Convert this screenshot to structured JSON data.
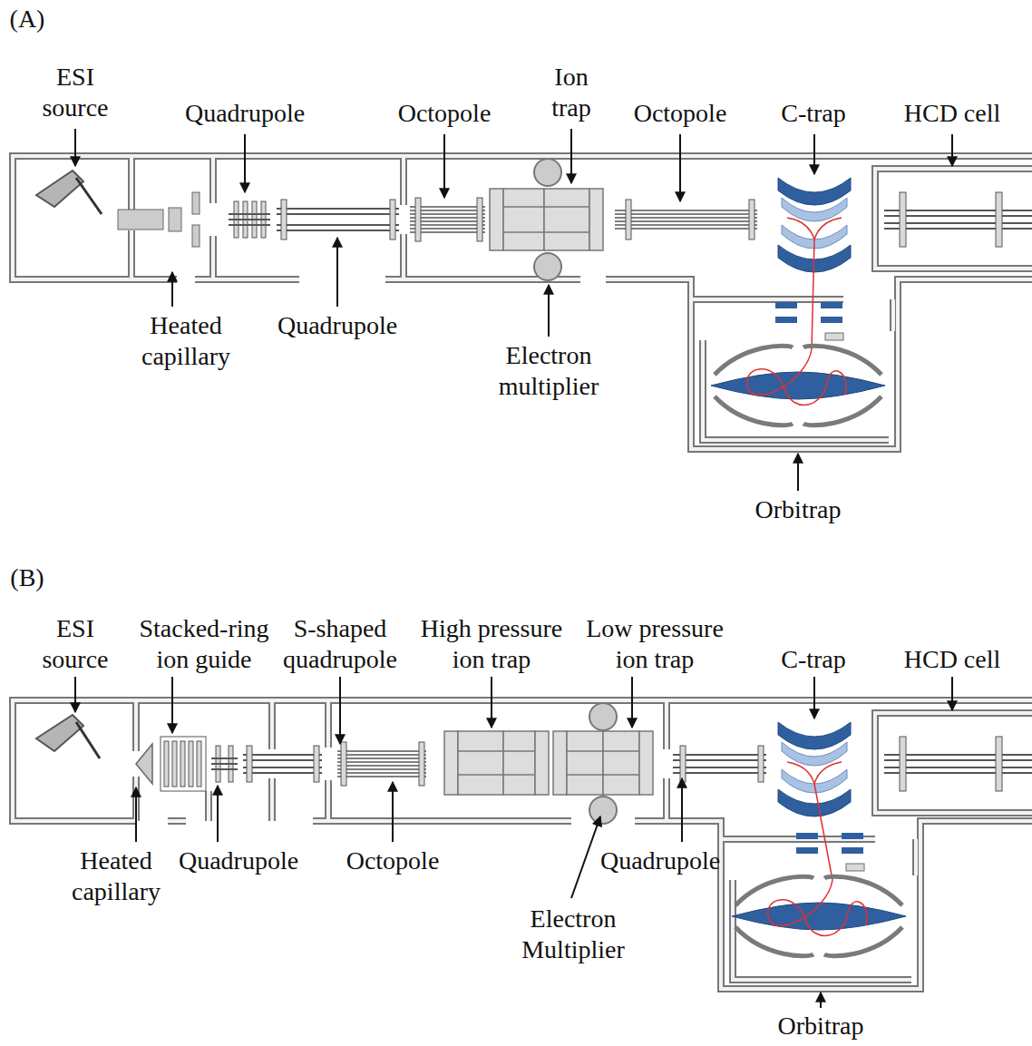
{
  "diagram": {
    "labels": [
      "(A)",
      "ESI source",
      "Quadrupole",
      "Octopole",
      "Ion trap",
      "Octopole",
      "C-trap",
      "HCD cell",
      "Heated capillary",
      "Quadrupole",
      "Electron multiplier",
      "Orbitrap",
      "(B)",
      "ESI source",
      "Stacked-ring ion guide",
      "S-shaped quadrupole",
      "High pressure ion trap",
      "Low pressure ion trap",
      "C-trap",
      "HCD cell",
      "Heated capillary",
      "Quadrupole",
      "Octopole",
      "Quadrupole",
      "Electron Multiplier",
      "Orbitrap"
    ]
  }
}
